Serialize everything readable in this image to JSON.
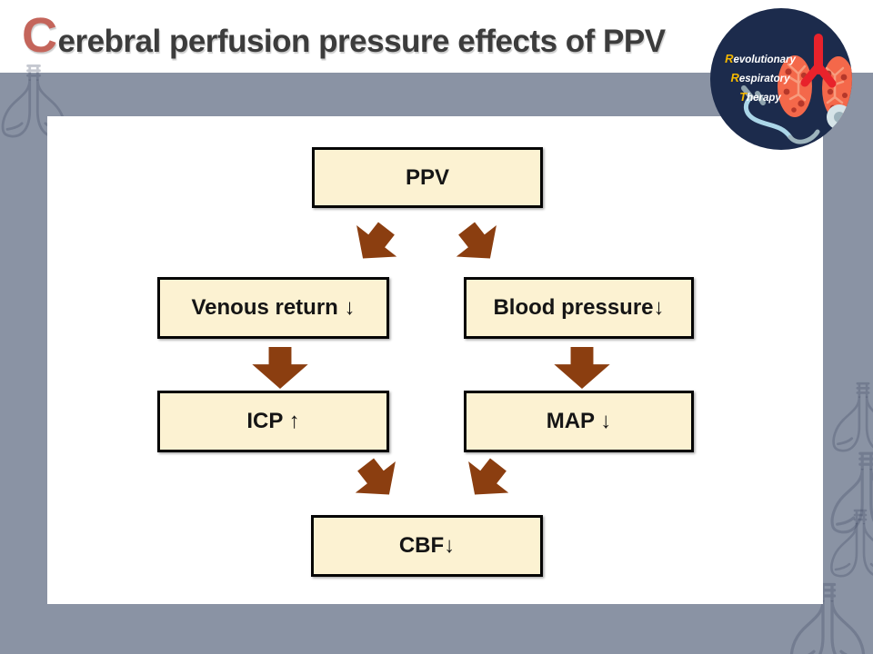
{
  "slide_title": {
    "lead": "C",
    "rest": "erebral perfusion pressure effects of PPV"
  },
  "logo": {
    "lines": [
      {
        "lead": "R",
        "rest": "evolutionary"
      },
      {
        "lead": "R",
        "rest": "espiratory"
      },
      {
        "lead": "T",
        "rest": "herapy"
      }
    ]
  },
  "flowchart": {
    "type": "flowchart",
    "nodes": {
      "ppv": "PPV",
      "venous_return": "Venous return ↓",
      "blood_pressure": "Blood pressure↓",
      "icp": "ICP ↑",
      "map": "MAP ↓",
      "cbf": "CBF↓"
    },
    "edges": [
      [
        "PPV",
        "Venous return ↓"
      ],
      [
        "PPV",
        "Blood pressure↓"
      ],
      [
        "Venous return ↓",
        "ICP ↑"
      ],
      [
        "Blood pressure↓",
        "MAP ↓"
      ],
      [
        "ICP ↑",
        "CBF↓"
      ],
      [
        "MAP ↓",
        "CBF↓"
      ]
    ]
  },
  "colors": {
    "background": "#8A93A4",
    "box_fill": "#FCF2D2",
    "box_border": "#000000",
    "arrow_brown": "#8B3E10",
    "title_accent": "#C4655B",
    "title_text": "#3C3C3C",
    "logo_navy": "#1C2B4C",
    "logo_initial_yellow": "#F5B800",
    "lung_salmon": "#F4684A",
    "trachea_red": "#E8222B",
    "stethoscope_blue": "#ABD6E8"
  }
}
